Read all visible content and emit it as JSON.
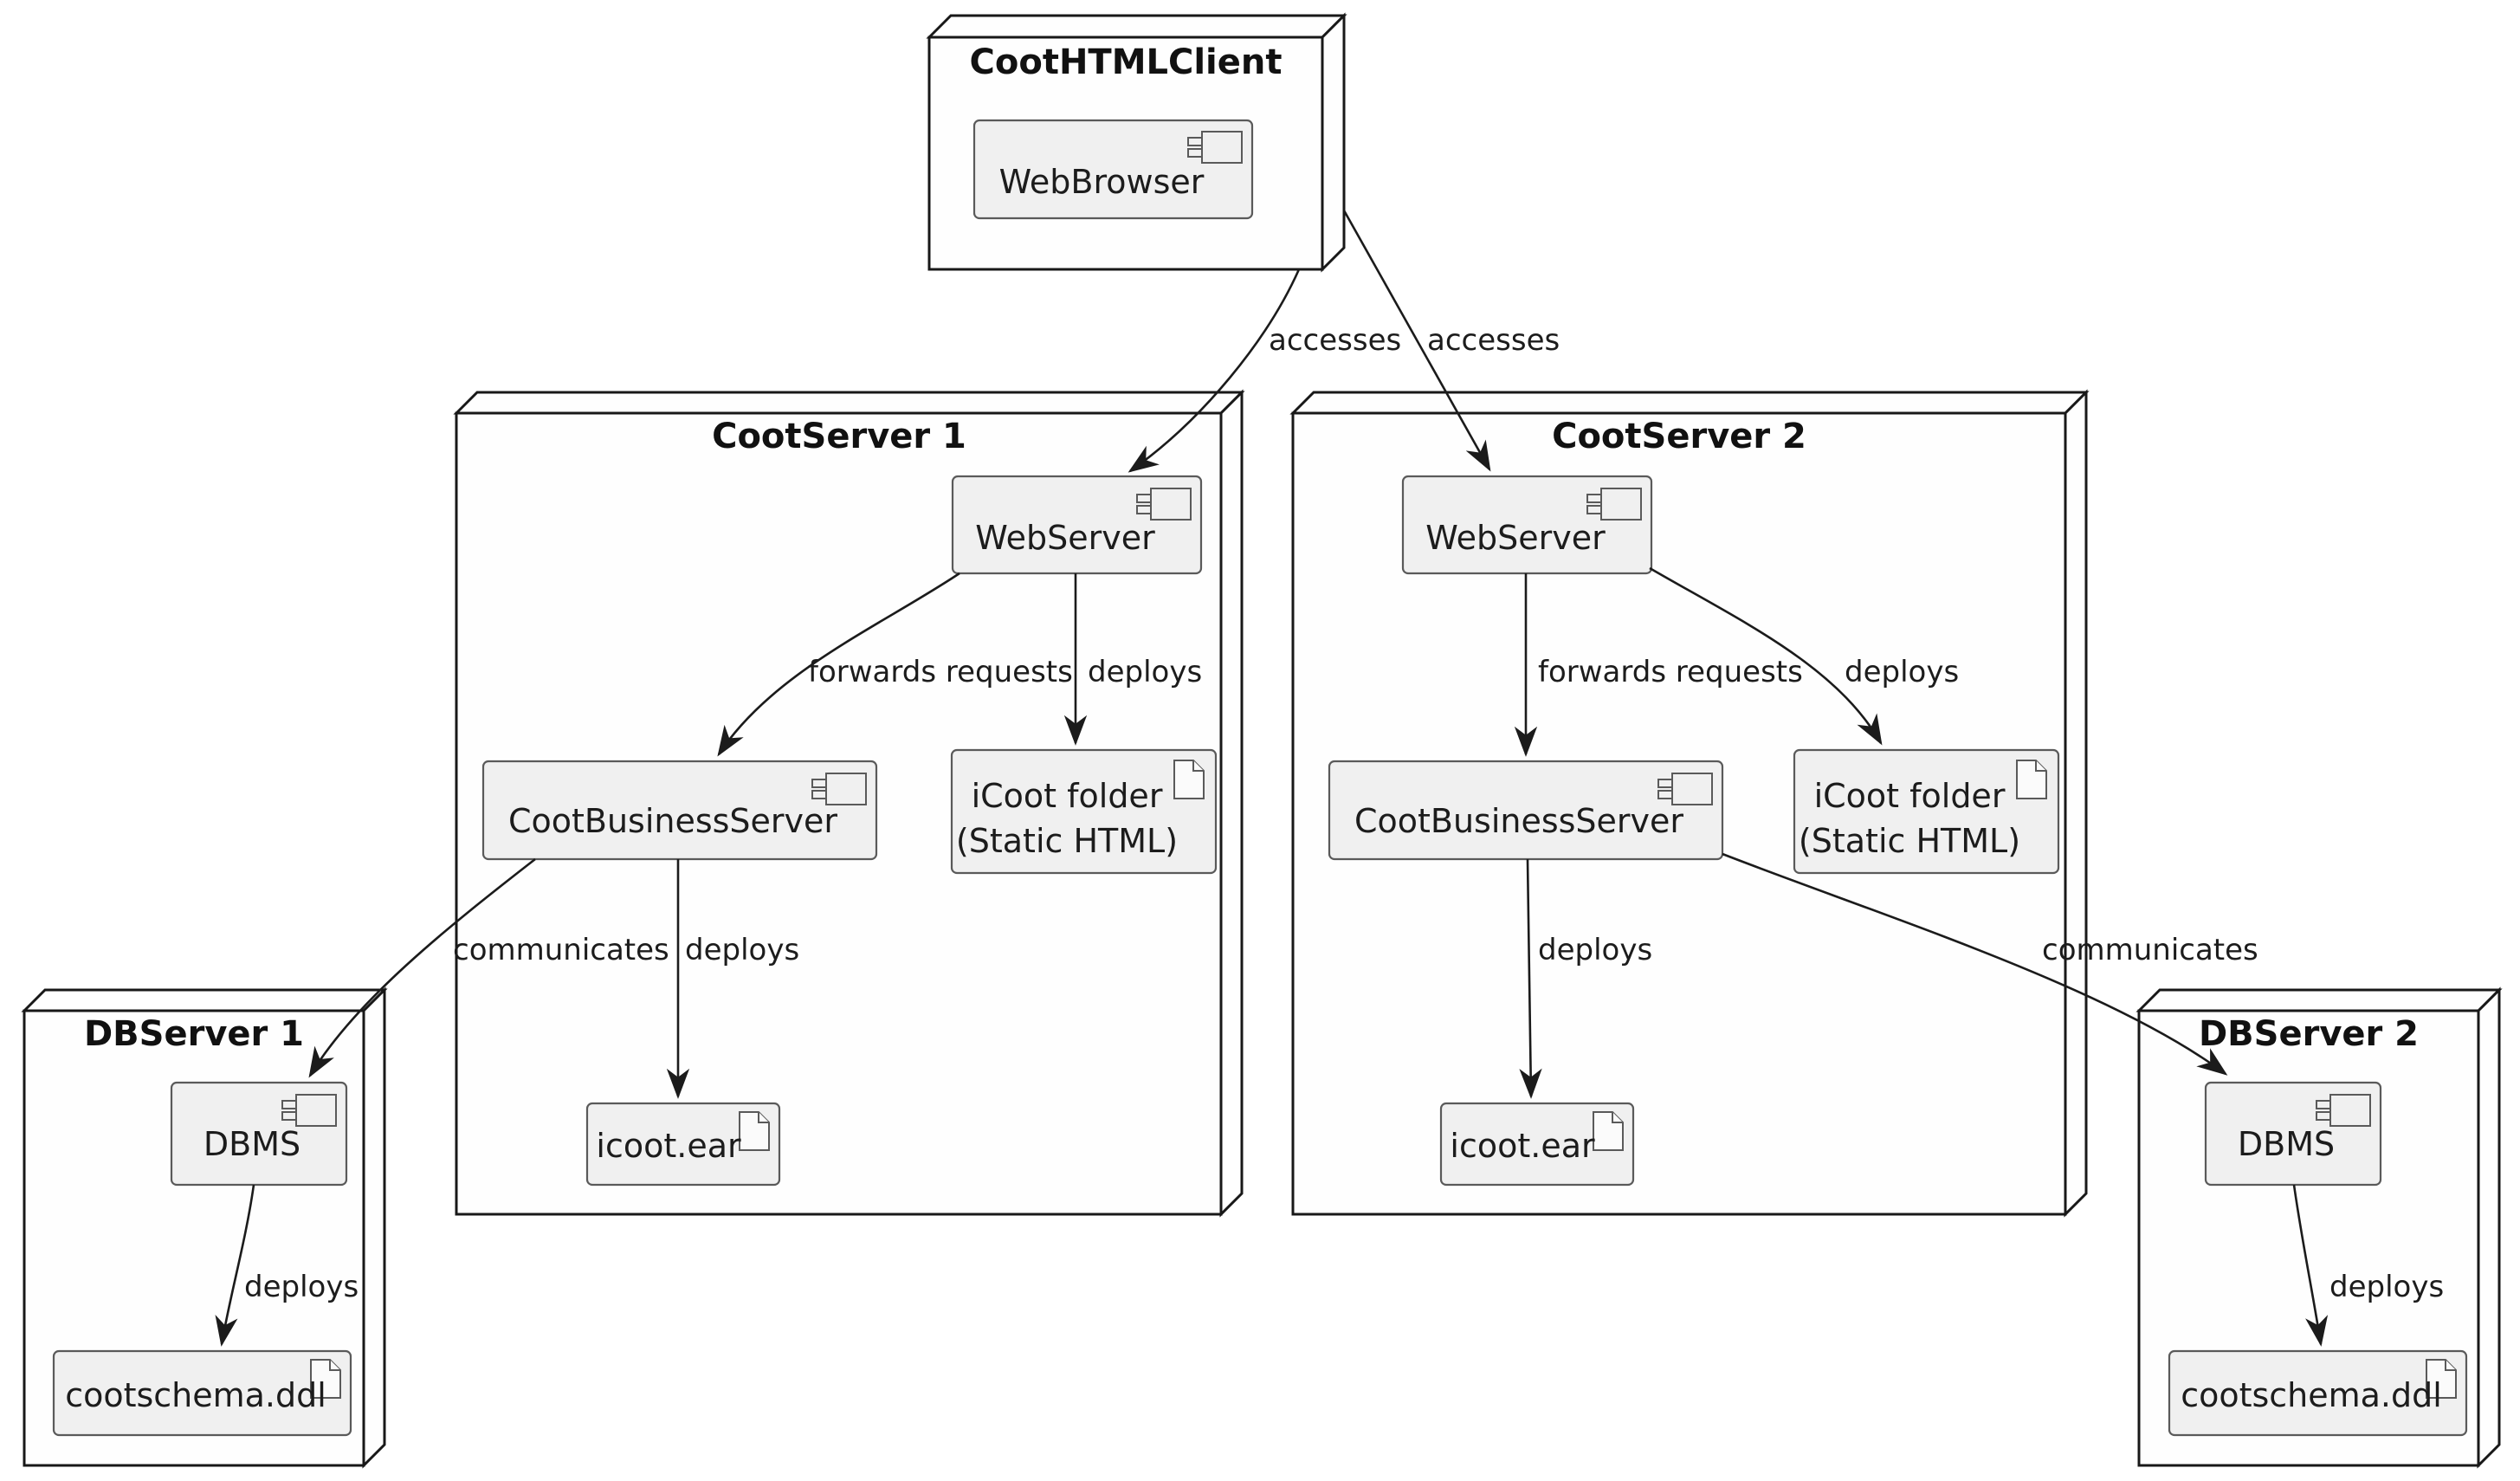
{
  "diagram_type": "uml-deployment-diagram",
  "colors": {
    "background": "#ffffff",
    "node_border": "#181818",
    "node_fill": "#fefefe",
    "box_fill": "#f0f0f0",
    "box_border": "#5a5a5a",
    "edge_color": "#1b1b1b",
    "text_color": "#1c1c1c"
  },
  "nodes": {
    "client": {
      "title": "CootHTMLClient"
    },
    "server1": {
      "title": "CootServer 1"
    },
    "server2": {
      "title": "CootServer 2"
    },
    "db1": {
      "title": "DBServer 1"
    },
    "db2": {
      "title": "DBServer 2"
    }
  },
  "components": {
    "webbrowser": {
      "label": "WebBrowser"
    },
    "webserver1": {
      "label": "WebServer"
    },
    "webserver2": {
      "label": "WebServer"
    },
    "cbs1": {
      "label": "CootBusinessServer"
    },
    "cbs2": {
      "label": "CootBusinessServer"
    },
    "dbms1": {
      "label": "DBMS"
    },
    "dbms2": {
      "label": "DBMS"
    }
  },
  "artifacts": {
    "icoot1": {
      "line1": "iCoot folder",
      "line2": "(Static HTML)"
    },
    "icoot2": {
      "line1": "iCoot folder",
      "line2": "(Static HTML)"
    },
    "ear1": {
      "label": "icoot.ear"
    },
    "ear2": {
      "label": "icoot.ear"
    },
    "schema1": {
      "label": "cootschema.ddl"
    },
    "schema2": {
      "label": "cootschema.ddl"
    }
  },
  "edges": {
    "accesses1": {
      "label": "accesses",
      "from": "CootHTMLClient",
      "to": "WebServer (CootServer 1)"
    },
    "accesses2": {
      "label": "accesses",
      "from": "CootHTMLClient",
      "to": "WebServer (CootServer 2)"
    },
    "forwards1": {
      "label": "forwards requests",
      "from": "WebServer",
      "to": "CootBusinessServer (CootServer 1)"
    },
    "deploys_ws1": {
      "label": "deploys",
      "from": "WebServer",
      "to": "iCoot folder (CootServer 1)"
    },
    "communicates1": {
      "label": "communicates",
      "from": "CootBusinessServer",
      "to": "DBMS (DBServer 1)"
    },
    "deploys_cbs1": {
      "label": "deploys",
      "from": "CootBusinessServer",
      "to": "icoot.ear (CootServer 1)"
    },
    "forwards2": {
      "label": "forwards requests",
      "from": "WebServer",
      "to": "CootBusinessServer (CootServer 2)"
    },
    "deploys_ws2": {
      "label": "deploys",
      "from": "WebServer",
      "to": "iCoot folder (CootServer 2)"
    },
    "communicates2": {
      "label": "communicates",
      "from": "CootBusinessServer",
      "to": "DBMS (DBServer 2)"
    },
    "deploys_cbs2": {
      "label": "deploys",
      "from": "CootBusinessServer",
      "to": "icoot.ear (CootServer 2)"
    },
    "deploys_dbms1": {
      "label": "deploys",
      "from": "DBMS",
      "to": "cootschema.ddl (DBServer 1)"
    },
    "deploys_dbms2": {
      "label": "deploys",
      "from": "DBMS",
      "to": "cootschema.ddl (DBServer 2)"
    }
  }
}
